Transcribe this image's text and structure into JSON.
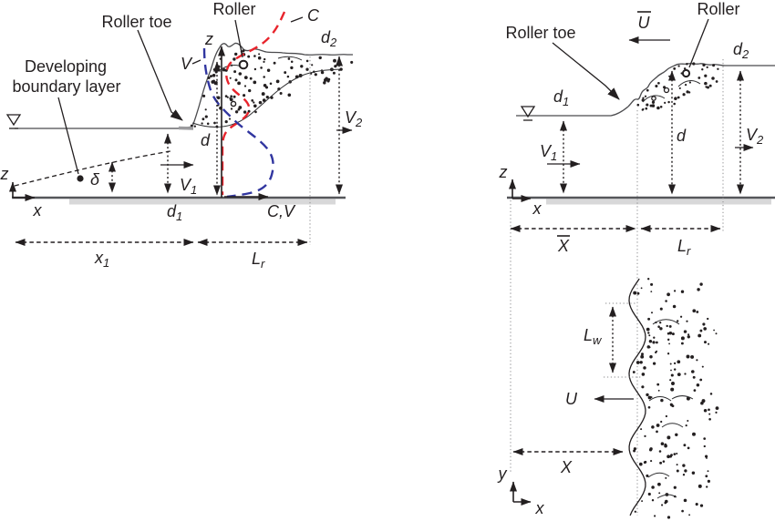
{
  "colors": {
    "ink": "#231f20",
    "concentration_red": "#e8242c",
    "velocity_blue": "#3136a0",
    "bed_dark": "#55565a",
    "bed_light": "#d8d8d9"
  },
  "left": {
    "labels": {
      "roller_toe": "Roller toe",
      "roller": "Roller",
      "concentration_curve": "C",
      "velocity_curve": "V",
      "boundary_layer_line1": "Developing",
      "boundary_layer_line2": "boundary layer",
      "z_origin": "z",
      "x_origin": "x",
      "z_toe": "z",
      "delta": "δ",
      "d": "d",
      "cv_axis": "C,V",
      "d1": {
        "main": "d",
        "sub": "1"
      },
      "d2": {
        "main": "d",
        "sub": "2"
      },
      "v1": {
        "main": "V",
        "sub": "1"
      },
      "v2": {
        "main": "V",
        "sub": "2"
      },
      "x1": {
        "main": "x",
        "sub": "1"
      },
      "lr": {
        "main": "L",
        "sub": "r"
      }
    }
  },
  "right_side": {
    "labels": {
      "roller_toe": "Roller toe",
      "roller": "Roller",
      "u_bar": "U",
      "z": "z",
      "x": "x",
      "d": "d",
      "x_bar": "X",
      "d1": {
        "main": "d",
        "sub": "1"
      },
      "d2": {
        "main": "d",
        "sub": "2"
      },
      "v1": {
        "main": "V",
        "sub": "1"
      },
      "v2": {
        "main": "V",
        "sub": "2"
      },
      "lr": {
        "main": "L",
        "sub": "r"
      }
    }
  },
  "plan": {
    "labels": {
      "lw": {
        "main": "L",
        "sub": "w"
      },
      "u": "U",
      "x_distance": "X",
      "y_axis": "y",
      "x_axis": "x"
    }
  }
}
